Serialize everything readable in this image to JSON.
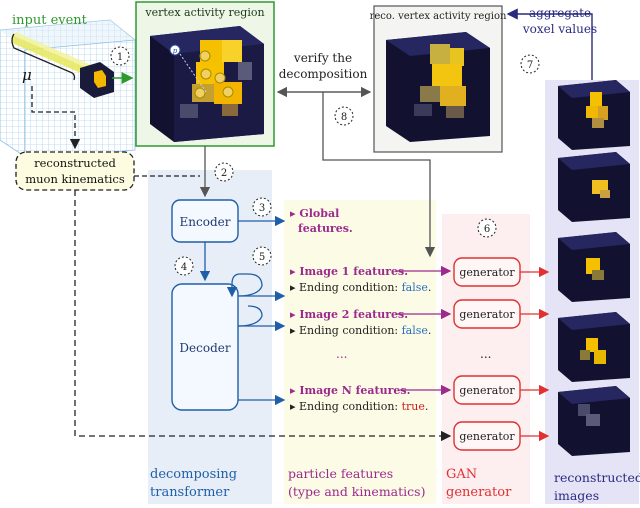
{
  "labels": {
    "input_event": "input event",
    "vertex_region": "vertex activity region",
    "reco_region": "reco. vertex activity region",
    "aggregate": [
      "aggregate",
      "voxel values"
    ],
    "verify": [
      "verify the",
      "decomposition"
    ],
    "muon": [
      "reconstructed",
      "muon kinematics"
    ],
    "mu": "μ",
    "proton": "p",
    "encoder": "Encoder",
    "decoder": "Decoder",
    "generator": "generator",
    "global": [
      "Global",
      "features."
    ],
    "img1": "Image 1 features.",
    "img2": "Image 2 features.",
    "imgN": "Image N features.",
    "ending": "Ending condition:",
    "false_val": "false",
    "true_val": "true",
    "dots": "...",
    "decomposing": [
      "decomposing",
      "transformer"
    ],
    "particle": [
      "particle features",
      "(type and kinematics)"
    ],
    "gan": [
      "GAN",
      "generator"
    ],
    "reconstructed": [
      "reconstructed",
      "images"
    ]
  },
  "steps": [
    "1",
    "2",
    "3",
    "4",
    "5",
    "6",
    "7",
    "8"
  ],
  "colors": {
    "green": "#2e9a2e",
    "blue": "#1f5fa8",
    "magenta": "#9c2a8c",
    "red": "#e03030",
    "navy": "#2a2a80",
    "false_blue": "#2d6fbf",
    "true_red": "#d02020"
  }
}
